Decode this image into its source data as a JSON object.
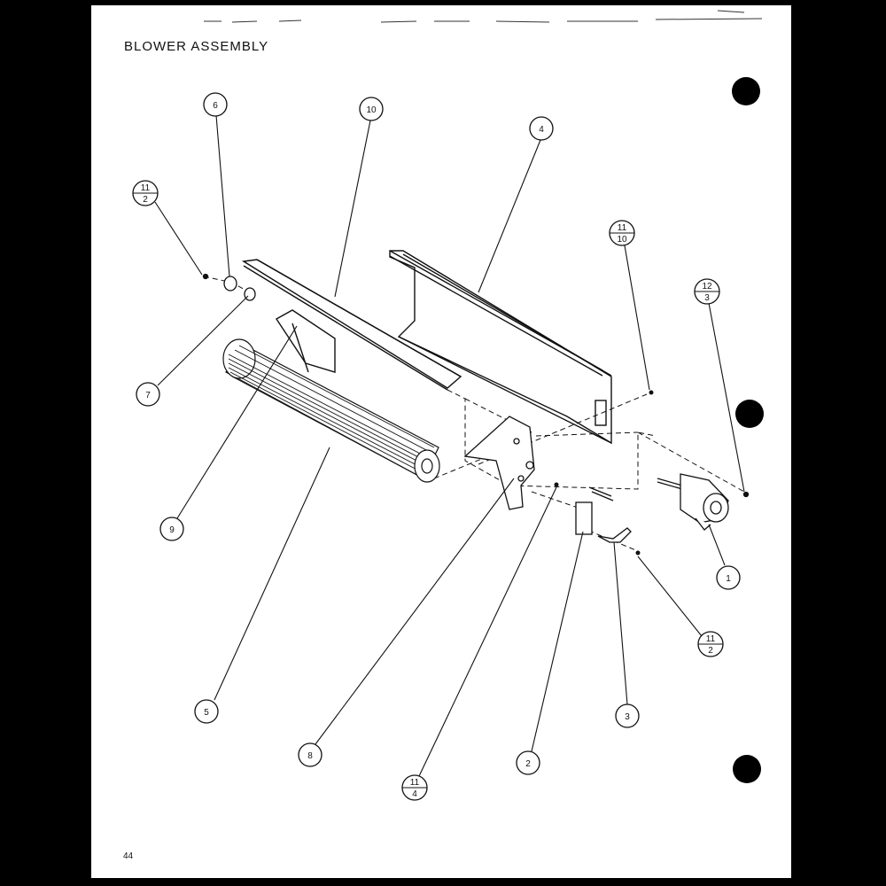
{
  "title": "BLOWER ASSEMBLY",
  "page_number": "44",
  "callouts": [
    {
      "id": "c6",
      "label": "6"
    },
    {
      "id": "c10",
      "label": "10"
    },
    {
      "id": "c4",
      "label": "4"
    },
    {
      "id": "c11-2-top",
      "num": "11",
      "den": "2"
    },
    {
      "id": "c11-10",
      "num": "11",
      "den": "10"
    },
    {
      "id": "c12-3",
      "num": "12",
      "den": "3"
    },
    {
      "id": "c7",
      "label": "7"
    },
    {
      "id": "c9",
      "label": "9"
    },
    {
      "id": "c1",
      "label": "1"
    },
    {
      "id": "c11-2-right",
      "num": "11",
      "den": "2"
    },
    {
      "id": "c5",
      "label": "5"
    },
    {
      "id": "c3",
      "label": "3"
    },
    {
      "id": "c8",
      "label": "8"
    },
    {
      "id": "c2",
      "label": "2"
    },
    {
      "id": "c11-4",
      "num": "11",
      "den": "4"
    }
  ]
}
